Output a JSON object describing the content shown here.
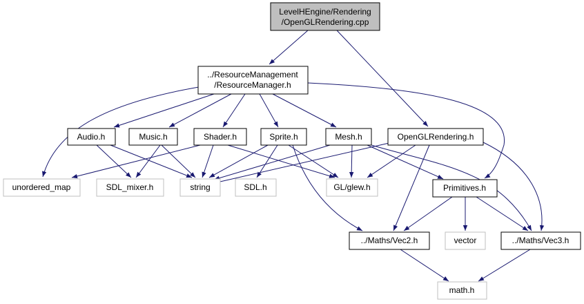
{
  "nodes": {
    "root": [
      "LevelHEngine/Rendering",
      "/OpenGLRendering.cpp"
    ],
    "resource_manager": [
      "../ResourceManagement",
      "/ResourceManager.h"
    ],
    "audio": "Audio.h",
    "music": "Music.h",
    "shader": "Shader.h",
    "sprite": "Sprite.h",
    "mesh": "Mesh.h",
    "opengl_rendering_h": "OpenGLRendering.h",
    "unordered_map": "unordered_map",
    "sdl_mixer": "SDL_mixer.h",
    "string": "string",
    "sdl": "SDL.h",
    "glew": "GL/glew.h",
    "primitives": "Primitives.h",
    "vec2": "../Maths/Vec2.h",
    "vector": "vector",
    "vec3": "../Maths/Vec3.h",
    "math": "math.h"
  },
  "colors": {
    "edge": "#191970",
    "root_fill": "#bfbfbf",
    "system_border": "#bfbfbf"
  }
}
